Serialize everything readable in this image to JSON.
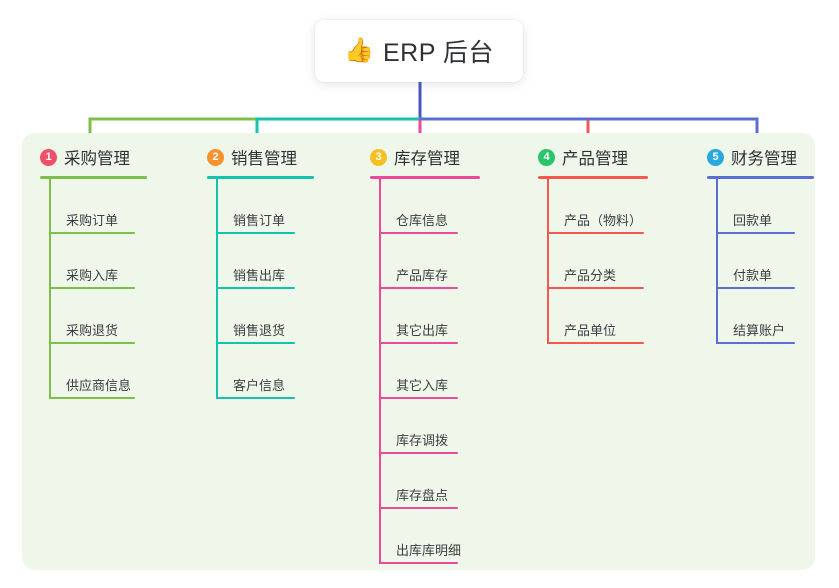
{
  "diagram": {
    "type": "mindmap",
    "root": {
      "icon": "thumbs-up-icon",
      "emoji": "👍",
      "label": "ERP 后台"
    },
    "panel_color": "#eef7ea",
    "root_connector_color": "#4a55c4",
    "columns": [
      {
        "index": "1",
        "title": "采购管理",
        "badge_color": "#f2506a",
        "line_color": "#7cc04b",
        "items": [
          {
            "label": "采购订单"
          },
          {
            "label": "采购入库"
          },
          {
            "label": "采购退货"
          },
          {
            "label": "供应商信息"
          }
        ]
      },
      {
        "index": "2",
        "title": "销售管理",
        "badge_color": "#f7922f",
        "line_color": "#16c2ab",
        "items": [
          {
            "label": "销售订单"
          },
          {
            "label": "销售出库"
          },
          {
            "label": "销售退货"
          },
          {
            "label": "客户信息"
          }
        ]
      },
      {
        "index": "3",
        "title": "库存管理",
        "badge_color": "#f6c025",
        "line_color": "#ea4a9a",
        "items": [
          {
            "label": "仓库信息"
          },
          {
            "label": "产品库存"
          },
          {
            "label": "其它出库"
          },
          {
            "label": "其它入库"
          },
          {
            "label": "库存调拨"
          },
          {
            "label": "库存盘点"
          },
          {
            "label": "出库库明细"
          }
        ]
      },
      {
        "index": "4",
        "title": "产品管理",
        "badge_color": "#2bc46a",
        "line_color": "#f4584f",
        "items": [
          {
            "label": "产品（物料）"
          },
          {
            "label": "产品分类"
          },
          {
            "label": "产品单位"
          }
        ]
      },
      {
        "index": "5",
        "title": "财务管理",
        "badge_color": "#29a8e0",
        "line_color": "#5a6fd1",
        "items": [
          {
            "label": "回款单"
          },
          {
            "label": "付款单"
          },
          {
            "label": "结算账户"
          }
        ]
      }
    ]
  }
}
